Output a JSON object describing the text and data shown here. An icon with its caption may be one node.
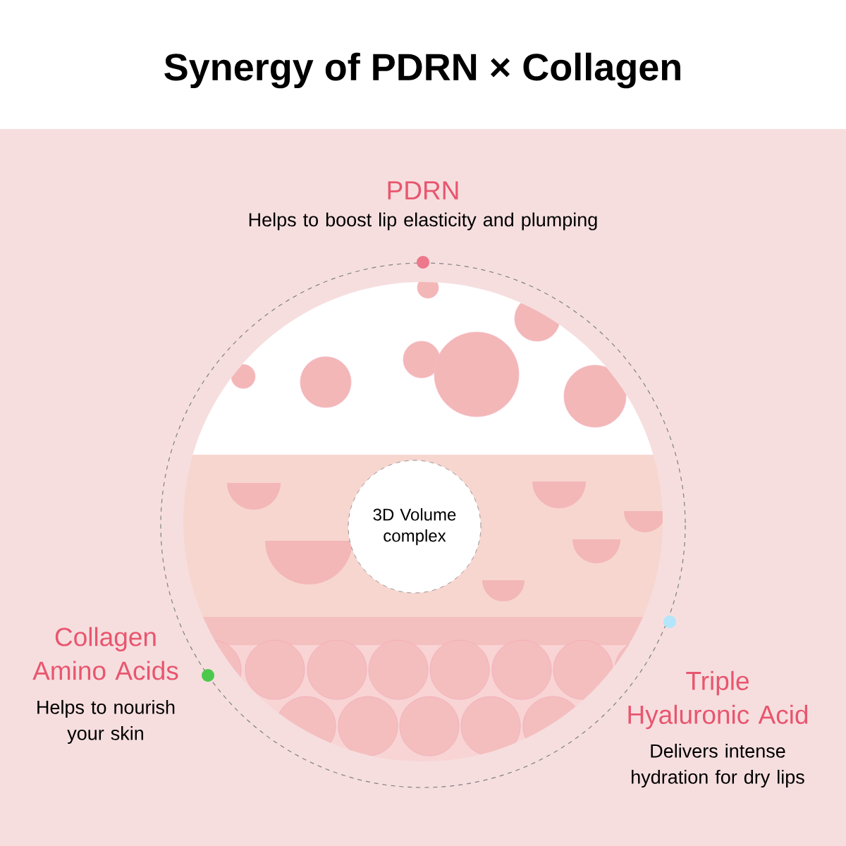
{
  "diagram": {
    "title": "Synergy of PDRN × Collagen",
    "nodes": [
      {
        "text": [
          "3D Volume complex"
        ]
      }
    ],
    "labels": [
      "PDRN",
      "Helps to boost lip elasticity and plumping",
      "Collagen Amino Acids",
      "Helps to nourish your skin",
      "Triple Hyaluronic Acid",
      "Delivers intense hydration for dry lips"
    ]
  }
}
